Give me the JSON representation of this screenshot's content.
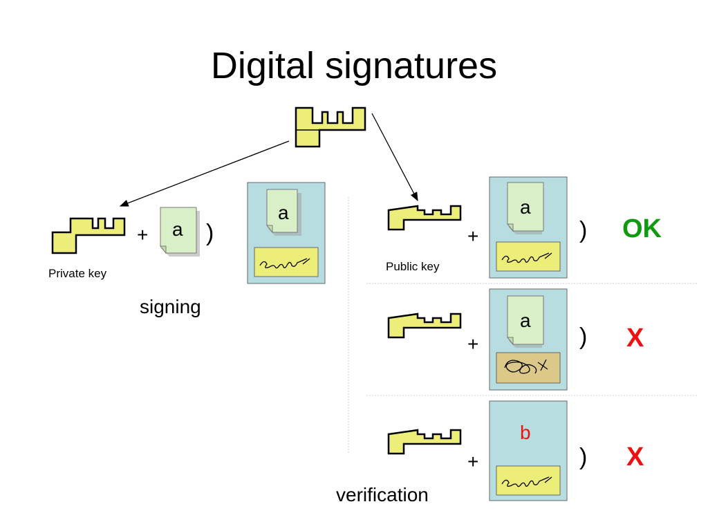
{
  "title": "Digital signatures",
  "signing": {
    "key_label": "Private key",
    "plus": "+",
    "doc_letter": "a",
    "paren": ")",
    "caption": "signing",
    "signed_letter": "a"
  },
  "verification": {
    "key_label": "Public key",
    "caption": "verification",
    "rows": [
      {
        "plus": "+",
        "doc_letter": "a",
        "paren": ")",
        "result": "OK"
      },
      {
        "plus": "+",
        "doc_letter": "a",
        "paren": ")",
        "result": "X"
      },
      {
        "plus": "+",
        "doc_letter": "b",
        "paren": ")",
        "result": "X"
      }
    ]
  },
  "colors": {
    "key_fill": "#eded7a",
    "card_bg": "#b8dde0",
    "doc_fill": "#d9efc8",
    "sig_fill": "#eded7a",
    "forged_sig_fill": "#dcc98a",
    "ok": "#119911",
    "fail": "#ee1111",
    "altered_letter": "#ee1111"
  }
}
